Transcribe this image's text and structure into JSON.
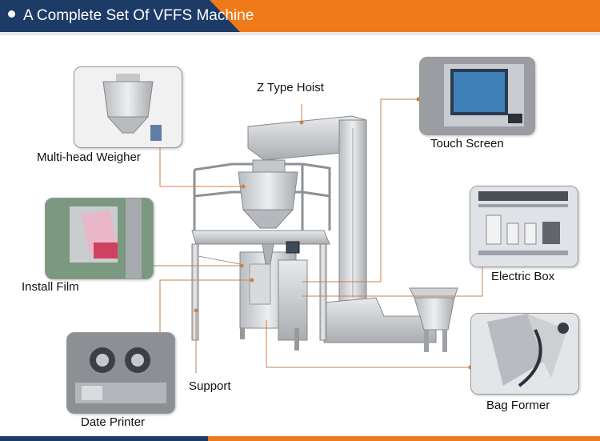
{
  "banner": {
    "title": "A Complete Set Of VFFS Machine",
    "colors": {
      "blue": "#1c3b66",
      "orange": "#f07a1a"
    }
  },
  "labels": {
    "z_type_hoist": "Z Type Hoist",
    "multi_head_weigher": "Multi-head Weigher",
    "touch_screen": "Touch Screen",
    "install_film": "Install Film",
    "electric_box": "Electric Box",
    "support": "Support",
    "date_printer": "Date Printer",
    "bag_former": "Bag Former"
  },
  "callout_line_color": "#c9814a"
}
